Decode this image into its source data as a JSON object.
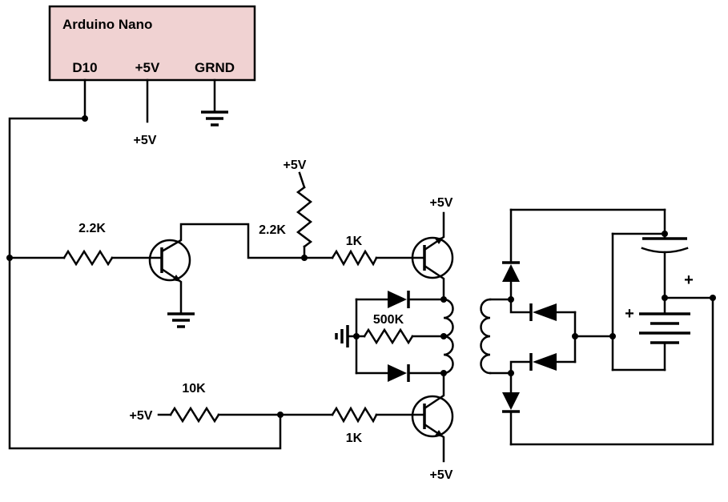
{
  "colors": {
    "module_fill": "#f0d2d2",
    "wire": "#000000",
    "background": "#ffffff"
  },
  "arduino": {
    "title": "Arduino Nano",
    "pins": [
      {
        "label": "D10"
      },
      {
        "label": "+5V"
      },
      {
        "label": "GRND"
      }
    ]
  },
  "labels": {
    "supply_pin_5v": "+5V",
    "pullup_5v": "+5V",
    "q2_5v": "+5V",
    "q3_5v": "+5V",
    "r10k_5v": "+5V",
    "cap_plus": "+",
    "batt_plus": "+"
  },
  "components": {
    "r_q1_base": "2.2K",
    "r_pullup": "2.2K",
    "r_q2_base": "1K",
    "r_feedback": "500K",
    "r_10k": "10K",
    "r_q3_base": "1K"
  }
}
